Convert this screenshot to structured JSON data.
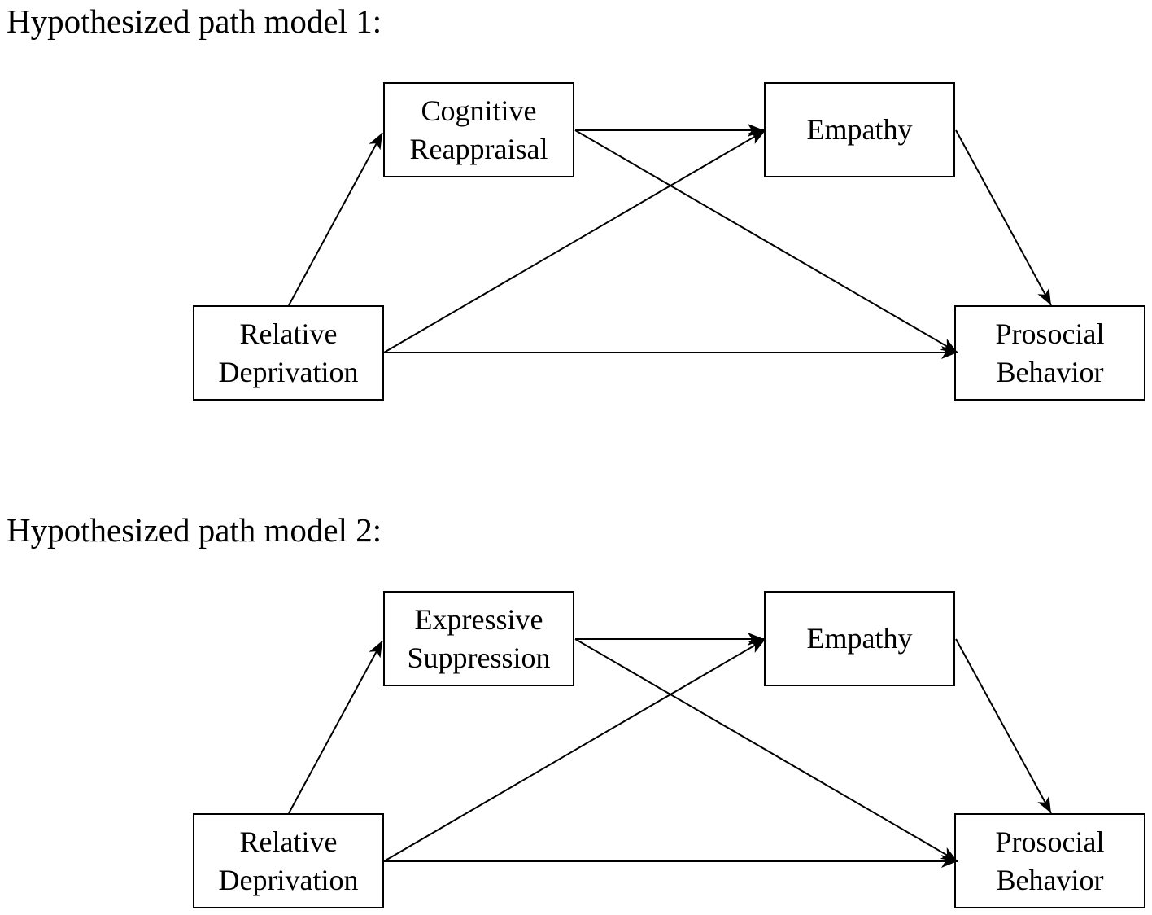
{
  "models": [
    {
      "title": "Hypothesized path model 1:",
      "nodes": {
        "mediator": [
          "Cognitive",
          "Reappraisal"
        ],
        "empathy": [
          "Empathy"
        ],
        "predictor": [
          "Relative",
          "Deprivation"
        ],
        "outcome": [
          "Prosocial",
          "Behavior"
        ]
      }
    },
    {
      "title": "Hypothesized path model 2:",
      "nodes": {
        "mediator": [
          "Expressive",
          "Suppression"
        ],
        "empathy": [
          "Empathy"
        ],
        "predictor": [
          "Relative",
          "Deprivation"
        ],
        "outcome": [
          "Prosocial",
          "Behavior"
        ]
      }
    }
  ],
  "paths": [
    [
      "predictor",
      "mediator"
    ],
    [
      "mediator",
      "empathy"
    ],
    [
      "mediator",
      "outcome"
    ],
    [
      "predictor",
      "empathy"
    ],
    [
      "predictor",
      "outcome"
    ],
    [
      "empathy",
      "outcome"
    ]
  ]
}
